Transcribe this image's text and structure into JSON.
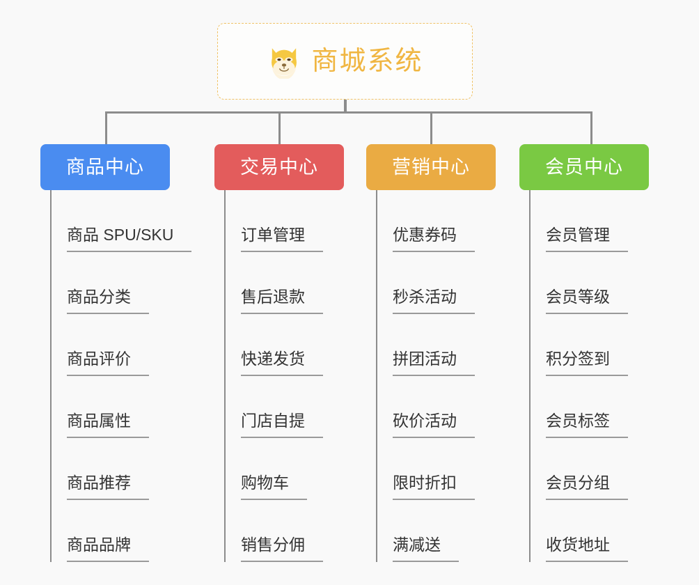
{
  "canvas": {
    "background": "#f9f9f9",
    "line_color": "#8c8c8c"
  },
  "root": {
    "title": "商城系统",
    "icon": "dog-face-icon",
    "accent": "#f0b642",
    "border": "#f0c266"
  },
  "columns": [
    {
      "header": "商品中心",
      "color": "#4a8cf0",
      "items": [
        "商品 SPU/SKU",
        "商品分类",
        "商品评价",
        "商品属性",
        "商品推荐",
        "商品品牌"
      ]
    },
    {
      "header": "交易中心",
      "color": "#e35c5c",
      "items": [
        "订单管理",
        "售后退款",
        "快递发货",
        "门店自提",
        "购物车",
        "销售分佣"
      ]
    },
    {
      "header": "营销中心",
      "color": "#eaab43",
      "items": [
        "优惠券码",
        "秒杀活动",
        "拼团活动",
        "砍价活动",
        "限时折扣",
        "满减送"
      ]
    },
    {
      "header": "会员中心",
      "color": "#7ac943",
      "items": [
        "会员管理",
        "会员等级",
        "积分签到",
        "会员标签",
        "会员分组",
        "收货地址"
      ]
    }
  ]
}
